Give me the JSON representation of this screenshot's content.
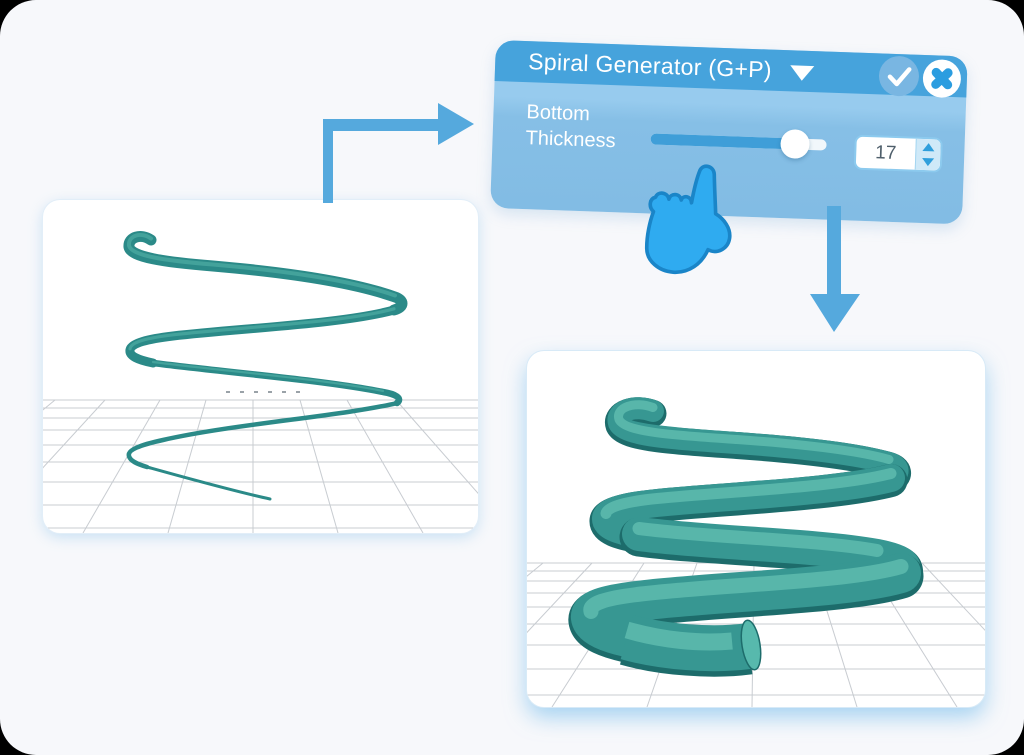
{
  "dialog": {
    "title": "Spiral Generator (G+P)",
    "param": {
      "label_line1": "Bottom",
      "label_line2": "Thickness",
      "value": "17",
      "slider_thumb_left": "82%",
      "slider_fill_width": "84%"
    }
  },
  "colors": {
    "dialog_header": "#46a3dc",
    "dialog_body": "#8ac1e8",
    "accent_arrow_blue": "#55a9dd",
    "hand_blue": "#2fabf0",
    "spiral_teal": "#379792",
    "canvas_bg": "#f7f8fb"
  },
  "icons": {
    "dropdown": "triangle-down-icon",
    "confirm": "check-icon",
    "close": "close-x-icon",
    "stepper_up": "triangle-up-icon",
    "stepper_down": "triangle-down-icon",
    "pointer": "pointer-hand-icon",
    "flow_in": "elbow-arrow-icon",
    "flow_out": "down-arrow-icon"
  }
}
